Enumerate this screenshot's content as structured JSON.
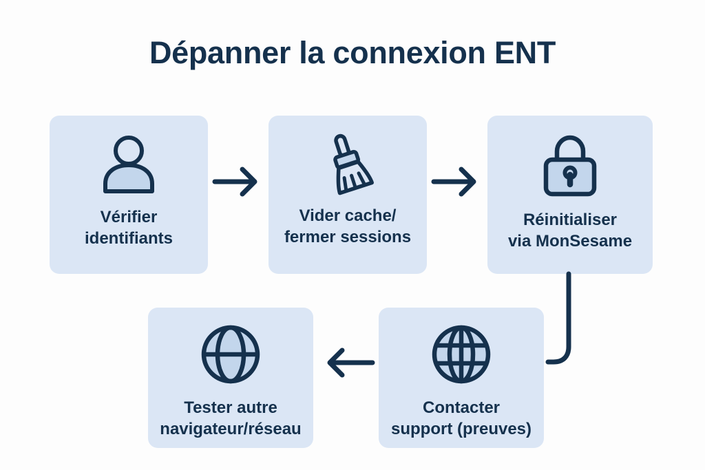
{
  "page": {
    "title": "Dépanner la connexion ENT",
    "background_color": "#fdfdfd",
    "card_background_color": "#dbe6f5",
    "ink_color": "#15314d"
  },
  "flow": {
    "type": "process-flow",
    "direction": "serpentine",
    "steps": [
      {
        "index": 1,
        "id": "card-1",
        "label": "Vérifier\nidentifiants",
        "icon": "user-icon"
      },
      {
        "index": 2,
        "id": "card-2",
        "label": "Vider cache/\nfermer sessions",
        "icon": "broom-icon"
      },
      {
        "index": 3,
        "id": "card-3",
        "label": "Réinitialiser\nvia MonSesame",
        "icon": "lock-icon"
      },
      {
        "index": 4,
        "id": "card-4",
        "label": "Contacter\nsupport (preuves)",
        "icon": "globe-icon"
      },
      {
        "index": 5,
        "id": "card-5",
        "label": "Tester autre\nnavigateur/réseau",
        "icon": "globe-icon"
      }
    ],
    "connectors": [
      {
        "id": "arrow-1",
        "from": "card-1",
        "to": "card-2",
        "shape": "arrow-right"
      },
      {
        "id": "arrow-2",
        "from": "card-2",
        "to": "card-3",
        "shape": "arrow-right"
      },
      {
        "id": "elbow-1",
        "from": "card-3",
        "to": "card-4",
        "shape": "elbow-down-left"
      },
      {
        "id": "arrow-3",
        "from": "card-4",
        "to": "card-5",
        "shape": "arrow-left"
      }
    ]
  }
}
